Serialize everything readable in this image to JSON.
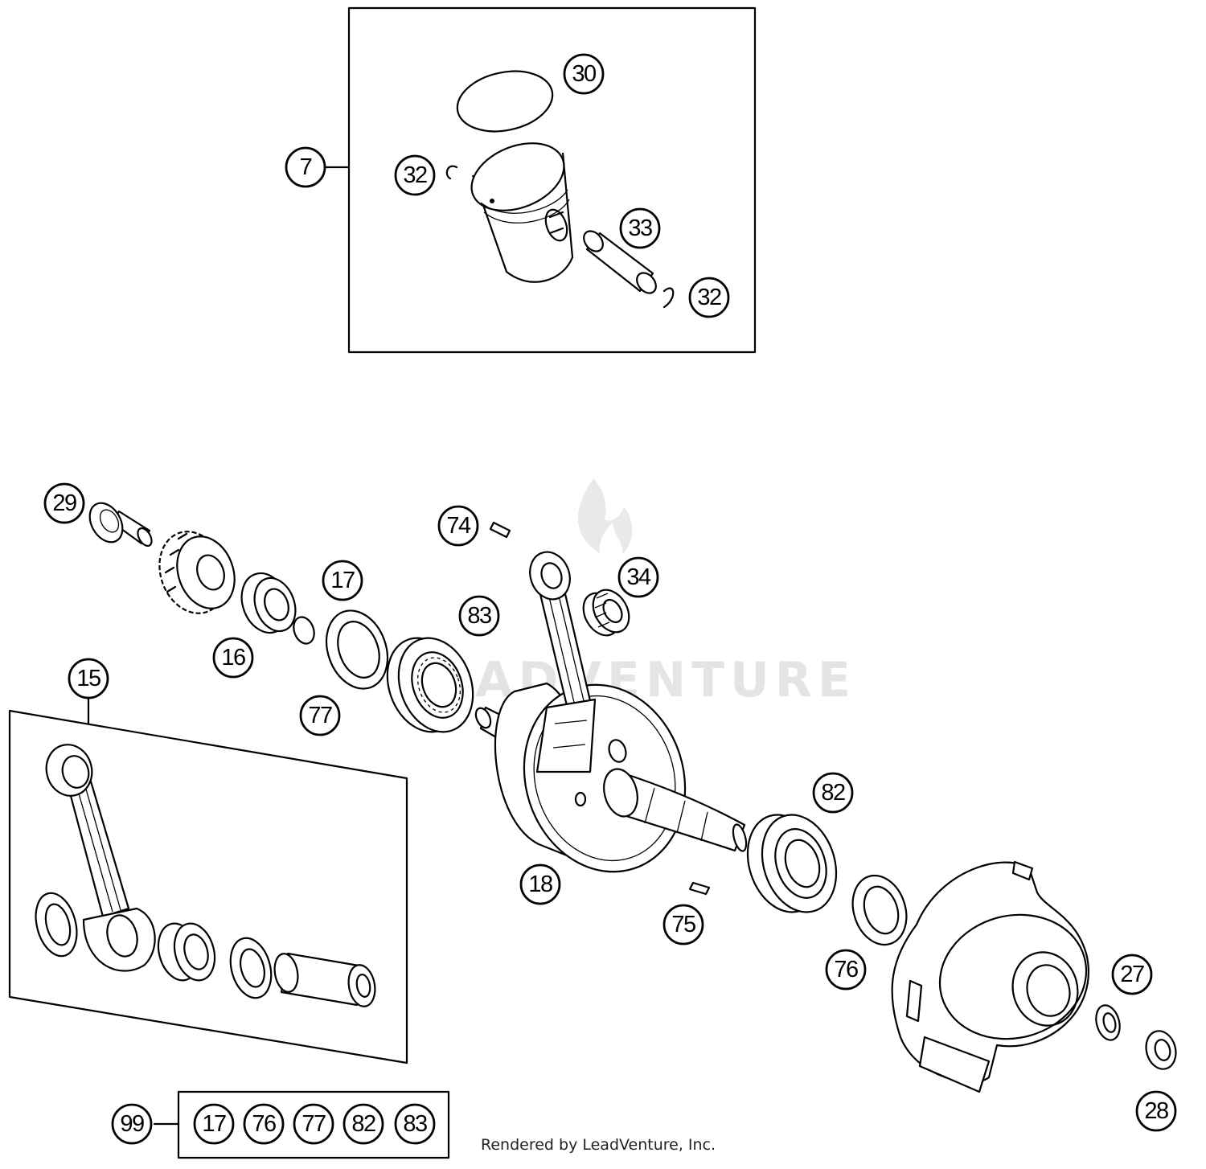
{
  "diagram": {
    "callouts": {
      "c7": "7",
      "c30": "30",
      "c32a": "32",
      "c33": "33",
      "c32b": "32",
      "c29": "29",
      "c74": "74",
      "c34": "34",
      "c17": "17",
      "c83": "83",
      "c16": "16",
      "c77": "77",
      "c15": "15",
      "c18": "18",
      "c82": "82",
      "c75": "75",
      "c76": "76",
      "c27": "27",
      "c28": "28"
    },
    "kit": {
      "label": "99",
      "items": [
        "17",
        "76",
        "77",
        "82",
        "83"
      ]
    },
    "watermark": "LEADVENTURE",
    "credit": "Rendered by LeadVenture, Inc."
  }
}
